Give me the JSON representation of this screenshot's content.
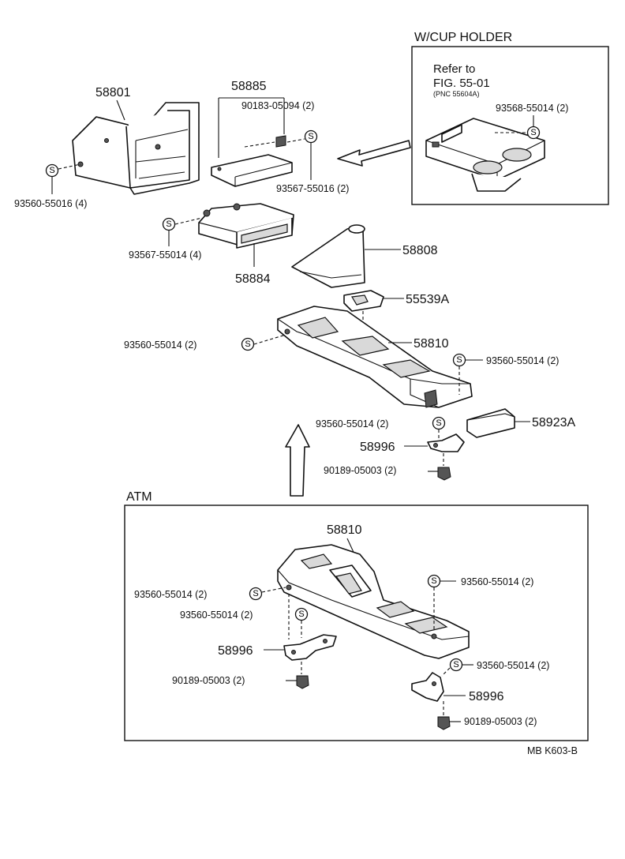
{
  "section_labels": {
    "cup_holder": "W/CUP HOLDER",
    "atm": "ATM"
  },
  "refer_note": {
    "line1": "Refer to",
    "line2": "FIG. 55-01",
    "line3": "(PNC 55604A)"
  },
  "screw_symbol": "S",
  "part_numbers": {
    "p58801": "58801",
    "p58885": "58885",
    "p90183": "90183-05094 (2)",
    "p93567_16": "93567-55016 (2)",
    "p93560_16": "93560-55016 (4)",
    "p93568": "93568-55014 (2)",
    "p93567_14": "93567-55014 (4)",
    "p58884": "58884",
    "p58808": "58808",
    "p55539A": "55539A",
    "p58810_top": "58810",
    "p93560_a": "93560-55014 (2)",
    "p93560_b": "93560-55014 (2)",
    "p93560_c": "93560-55014 (2)",
    "p58923A": "58923A",
    "p58996_top": "58996",
    "p90189_top": "90189-05003 (2)",
    "p58810_atm": "58810",
    "p93560_d": "93560-55014 (2)",
    "p93560_e": "93560-55014 (2)",
    "p93560_f": "93560-55014 (2)",
    "p93560_g": "93560-55014 (2)",
    "p58996_atm_l": "58996",
    "p58996_atm_r": "58996",
    "p90189_atm_l": "90189-05003 (2)",
    "p90189_atm_r": "90189-05003 (2)"
  },
  "footer_code": "MB K603-B"
}
